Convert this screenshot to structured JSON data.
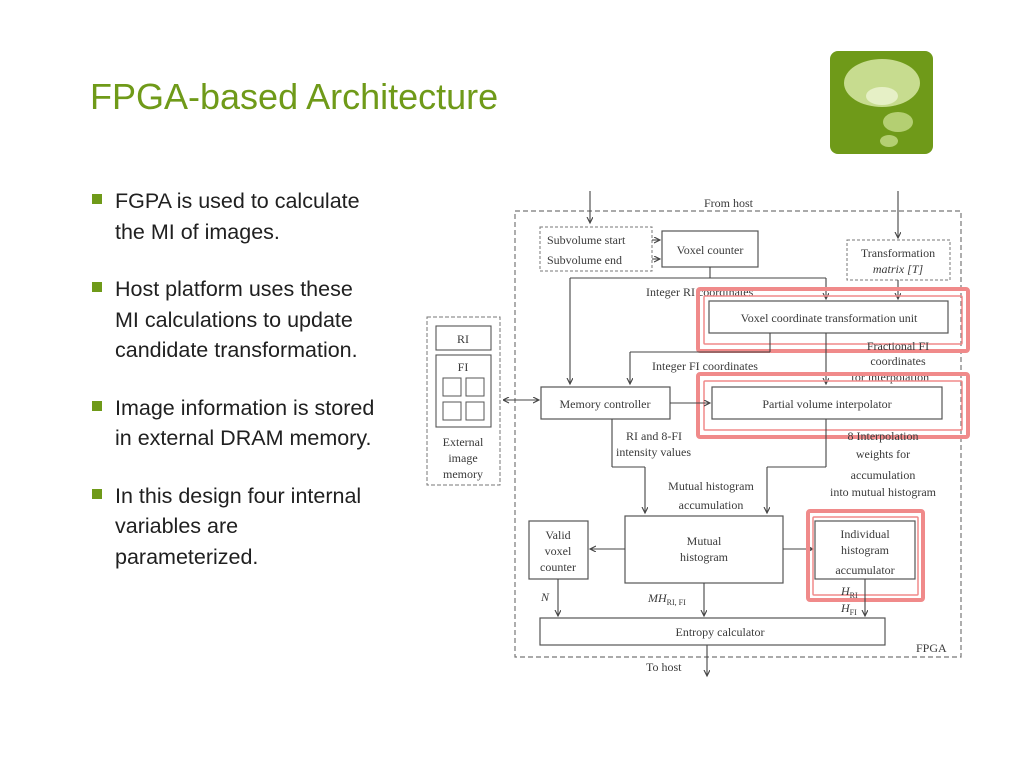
{
  "slide": {
    "title": "FPGA-based Architecture",
    "bullets": [
      "FGPA is used to calculate the MI of images.",
      "Host platform uses these MI calculations to update candidate transformation.",
      "Image information is stored in external DRAM memory.",
      "In this design four internal variables are parameterized."
    ]
  },
  "colors": {
    "accent": "#6f9a19",
    "highlight": "#f08a8a"
  },
  "diagram": {
    "from_host": "From host",
    "to_host": "To host",
    "fpga_label": "FPGA",
    "subvolume_start": "Subvolume start",
    "subvolume_end": "Subvolume end",
    "voxel_counter": "Voxel counter",
    "transformation_matrix_1": "Transformation",
    "transformation_matrix_2": "matrix [T]",
    "integer_ri_coordinates": "Integer RI coordinates",
    "voxel_coordinate_transformation_unit": "Voxel coordinate transformation unit",
    "fractional_fi_1": "Fractional FI",
    "fractional_fi_2": "coordinates",
    "fractional_fi_3": "for interpolation",
    "integer_fi_coordinates": "Integer FI coordinates",
    "memory_controller": "Memory controller",
    "partial_volume_interpolator": "Partial volume interpolator",
    "ri_fi_values_1": "RI and 8-FI",
    "ri_fi_values_2": "intensity values",
    "interp_weights_1": "8 Interpolation",
    "interp_weights_2": "weights for",
    "interp_weights_3": "accumulation",
    "interp_weights_4": "into mutual histogram",
    "mutual_accumulation_1": "Mutual histogram",
    "mutual_accumulation_2": "accumulation",
    "ri_label": "RI",
    "fi_label": "FI",
    "external_memory_1": "External",
    "external_memory_2": "image",
    "external_memory_3": "memory",
    "valid_voxel_1": "Valid",
    "valid_voxel_2": "voxel",
    "valid_voxel_3": "counter",
    "mutual_histogram_1": "Mutual",
    "mutual_histogram_2": "histogram",
    "individual_acc_1": "Individual",
    "individual_acc_2": "histogram",
    "individual_acc_3": "accumulator",
    "n_label": "N",
    "mh_label": "MH",
    "mh_sub": "RI, FI",
    "h_ri": "H",
    "h_ri_sub": "RI",
    "h_fi": "H",
    "h_fi_sub": "FI",
    "entropy_calculator": "Entropy calculator"
  }
}
